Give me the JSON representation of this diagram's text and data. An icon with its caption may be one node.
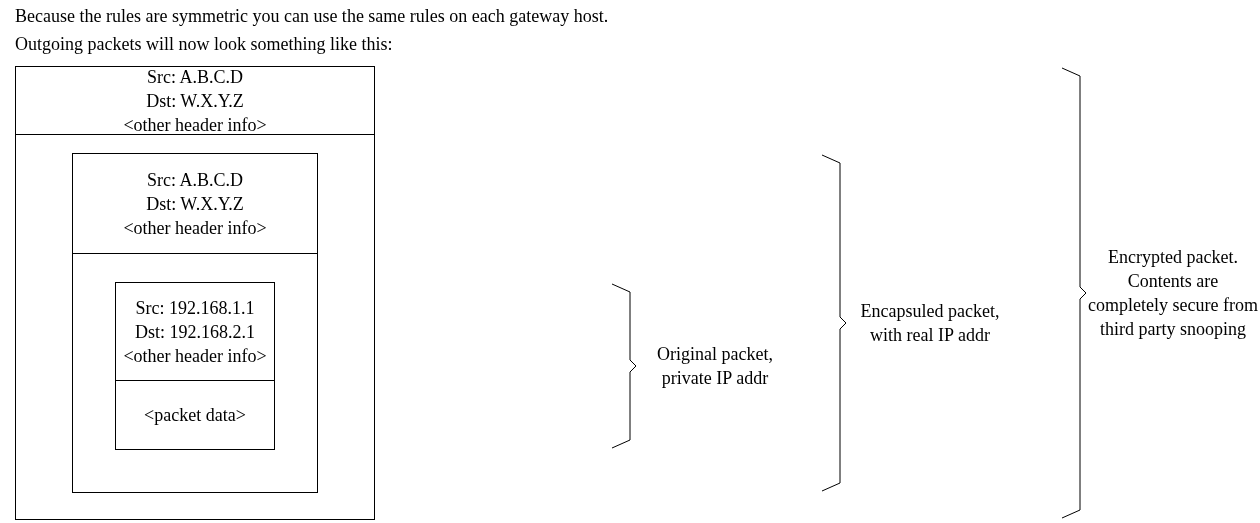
{
  "diagram": {
    "nodes": [
      {
        "text": [],
        "shape": "box"
      },
      {
        "text": [
          "Src: A.B.C.D",
          "Dst: W.X.Y.Z",
          "<other header info>"
        ],
        "in": 0
      },
      {
        "text": [],
        "shape": "box",
        "in": 0
      },
      {
        "text": [
          "Src: A.B.C.D",
          "Dst: W.X.Y.Z",
          "<other header info>"
        ],
        "in": 2
      },
      {
        "text": [],
        "shape": "box",
        "in": 2
      },
      {
        "text": [
          "Src: 192.168.1.1",
          "Dst: 192.168.2.1",
          "<other header info>"
        ],
        "in": 4
      },
      {
        "text": [
          "<packet data>"
        ],
        "in": 4
      }
    ],
    "edges": [],
    "labels": [
      "Because the rules are symmetric you can use the same rules on each gateway host.",
      "Outgoing packets will now look something like this:",
      "Original packet, private IP addr",
      "Encapsuled packet, with real IP addr",
      "Encrypted packet. Contents are completely secure from third party snooping"
    ]
  }
}
